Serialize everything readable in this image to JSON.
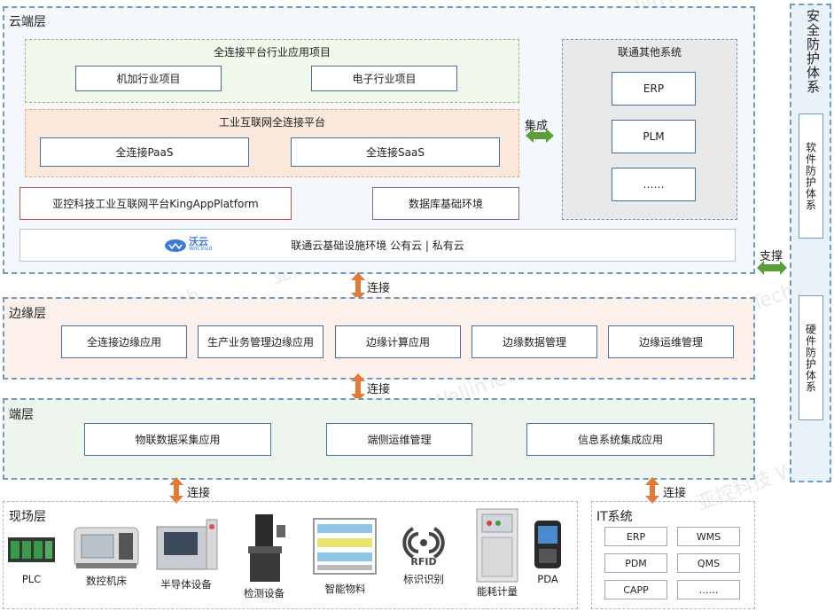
{
  "cloud": {
    "title": "云端层",
    "industry_apps": {
      "title": "全连接平台行业应用项目",
      "items": [
        "机加行业项目",
        "电子行业项目"
      ]
    },
    "platform": {
      "title": "工业互联网全连接平台",
      "items": [
        "全连接PaaS",
        "全连接SaaS"
      ]
    },
    "kingapp": "亚控科技工业互联网平台KingAppPlatform",
    "database": "数据库基础环境",
    "integration": "集成",
    "other_systems": {
      "title": "联通其他系统",
      "items": [
        "ERP",
        "PLM",
        "……"
      ]
    },
    "infra": {
      "logo_text": "沃云",
      "logo_sub": "WoCloud",
      "label": "联通云基础设施环境  公有云 | 私有云"
    }
  },
  "connectors": {
    "connect1": "连接",
    "connect2": "连接",
    "connect3": "连接",
    "connect4": "连接",
    "support": "支撑"
  },
  "edge": {
    "title": "边缘层",
    "items": [
      "全连接边缘应用",
      "生产业务管理边缘应用",
      "边缘计算应用",
      "边缘数据管理",
      "边缘运维管理"
    ]
  },
  "terminal": {
    "title": "端层",
    "items": [
      "物联数据采集应用",
      "端侧运维管理",
      "信息系统集成应用"
    ]
  },
  "field": {
    "title": "现场层",
    "devices": [
      "PLC",
      "数控机床",
      "半导体设备",
      "检测设备",
      "智能物料",
      "标识识别",
      "能耗计量",
      "PDA"
    ],
    "rfid_text": "RFID"
  },
  "it": {
    "title": "IT系统",
    "items": [
      "ERP",
      "WMS",
      "PDM",
      "QMS",
      "CAPP",
      "……"
    ]
  },
  "security": {
    "title": "安全防护体系",
    "software": "软件防护体系",
    "hardware": "硬件防护体系"
  },
  "watermark": {
    "text": "亚控科技 WellinTech"
  },
  "colors": {
    "layer_border": "#6f9ac4",
    "cloud_bg": "#f4f8fc",
    "edge_bg": "#fdf0ea",
    "terminal_bg": "#eef5ec",
    "arrow_orange": "#e07b39",
    "arrow_green": "#5a9e3a"
  }
}
